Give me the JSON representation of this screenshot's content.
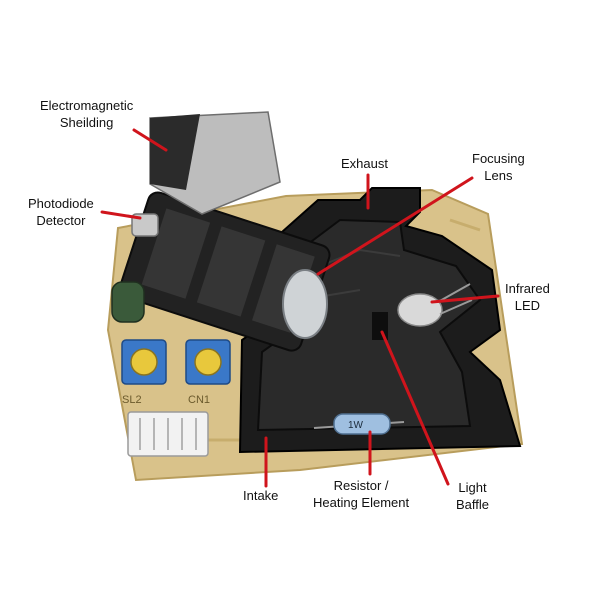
{
  "labels": {
    "electromagnetic_shielding": "Electromagnetic\nSheilding",
    "exhaust": "Exhaust",
    "focusing_lens": "Focusing\nLens",
    "photodiode_detector": "Photodiode\nDetector",
    "infrared_led": "Infrared\nLED",
    "intake": "Intake",
    "resistor_heating_element": "Resistor /\nHeating Element",
    "light_baffle": "Light\nBaffle"
  },
  "board_markings": {
    "sl2": "SL2",
    "cn1": "CN1",
    "resistor_text": "1W"
  },
  "colors": {
    "callout_line": "#d0141c",
    "pcb": "#d9c28a",
    "housing": "#1a1a1a",
    "potentiometer": "#3a78c8"
  }
}
